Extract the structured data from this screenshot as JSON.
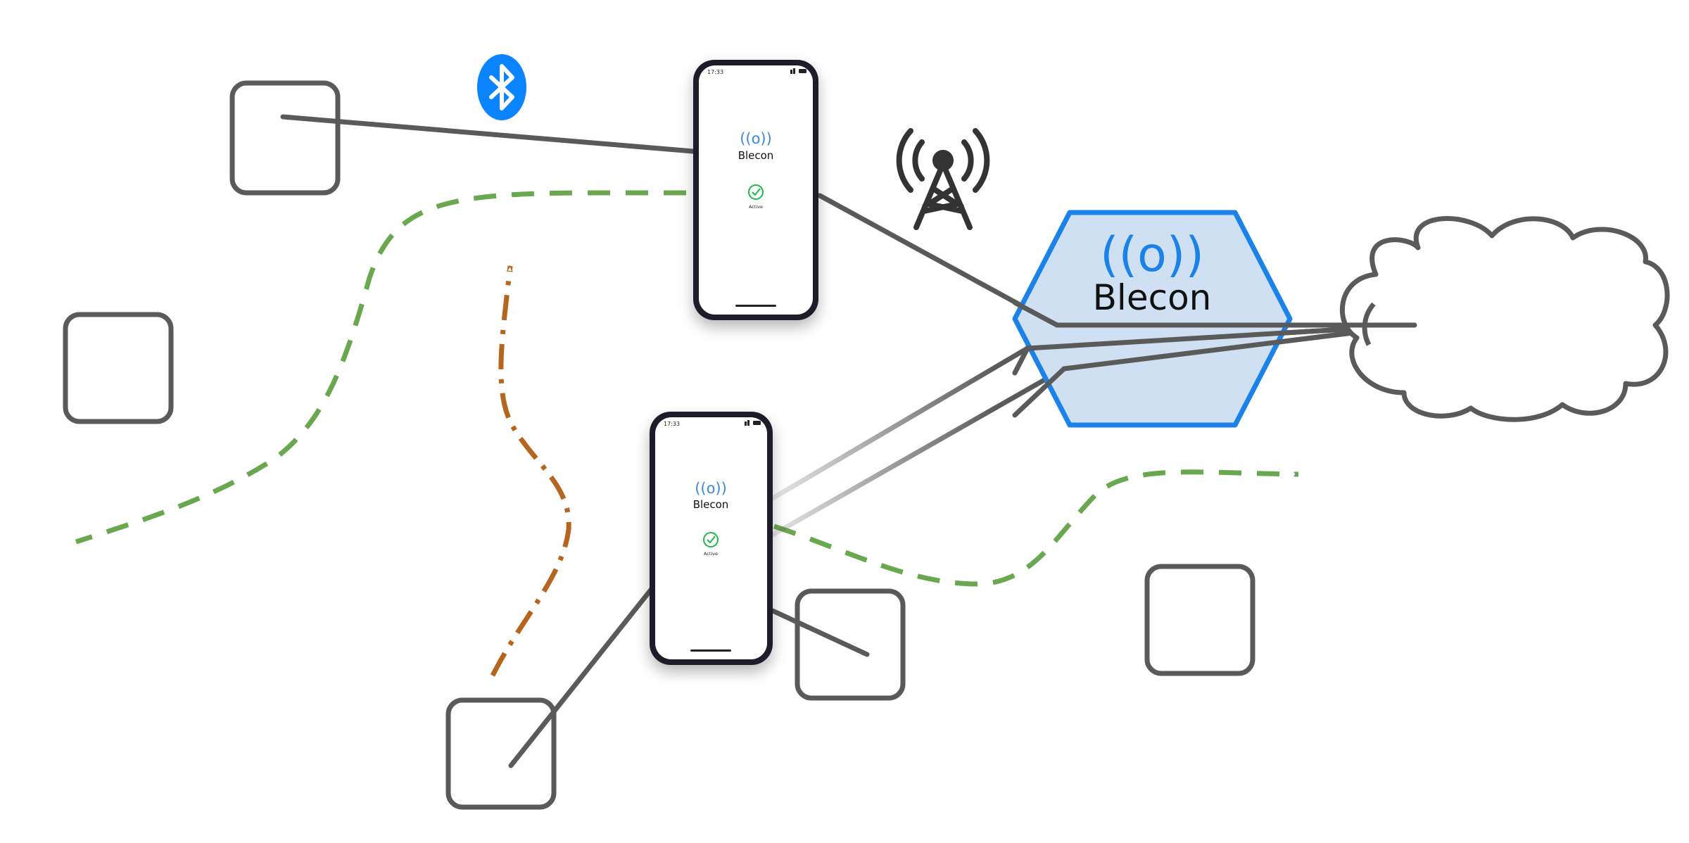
{
  "hub": {
    "icon": "((o))",
    "label": "Blecon",
    "fill": "#cfe0f3",
    "stroke": "#1a82e8",
    "icon_color": "#1a82e8"
  },
  "phones": [
    {
      "time": "17:33",
      "logo": "((o))",
      "app_name": "Blecon",
      "status": "Active"
    },
    {
      "time": "17:33",
      "logo": "((o))",
      "app_name": "Blecon",
      "status": "Active"
    }
  ],
  "icons": {
    "bluetooth": "bluetooth-icon",
    "cell_tower": "cell-tower-icon",
    "cloud": "cloud-icon"
  },
  "colors": {
    "connection": "#5a5a5a",
    "movement_path": "#6aa84f",
    "alternate_path": "#b5651d",
    "device_outline": "#5a5a5a",
    "bluetooth": "#0a84ff",
    "active": "#1fb84a",
    "logo": "#3f8ad8"
  }
}
